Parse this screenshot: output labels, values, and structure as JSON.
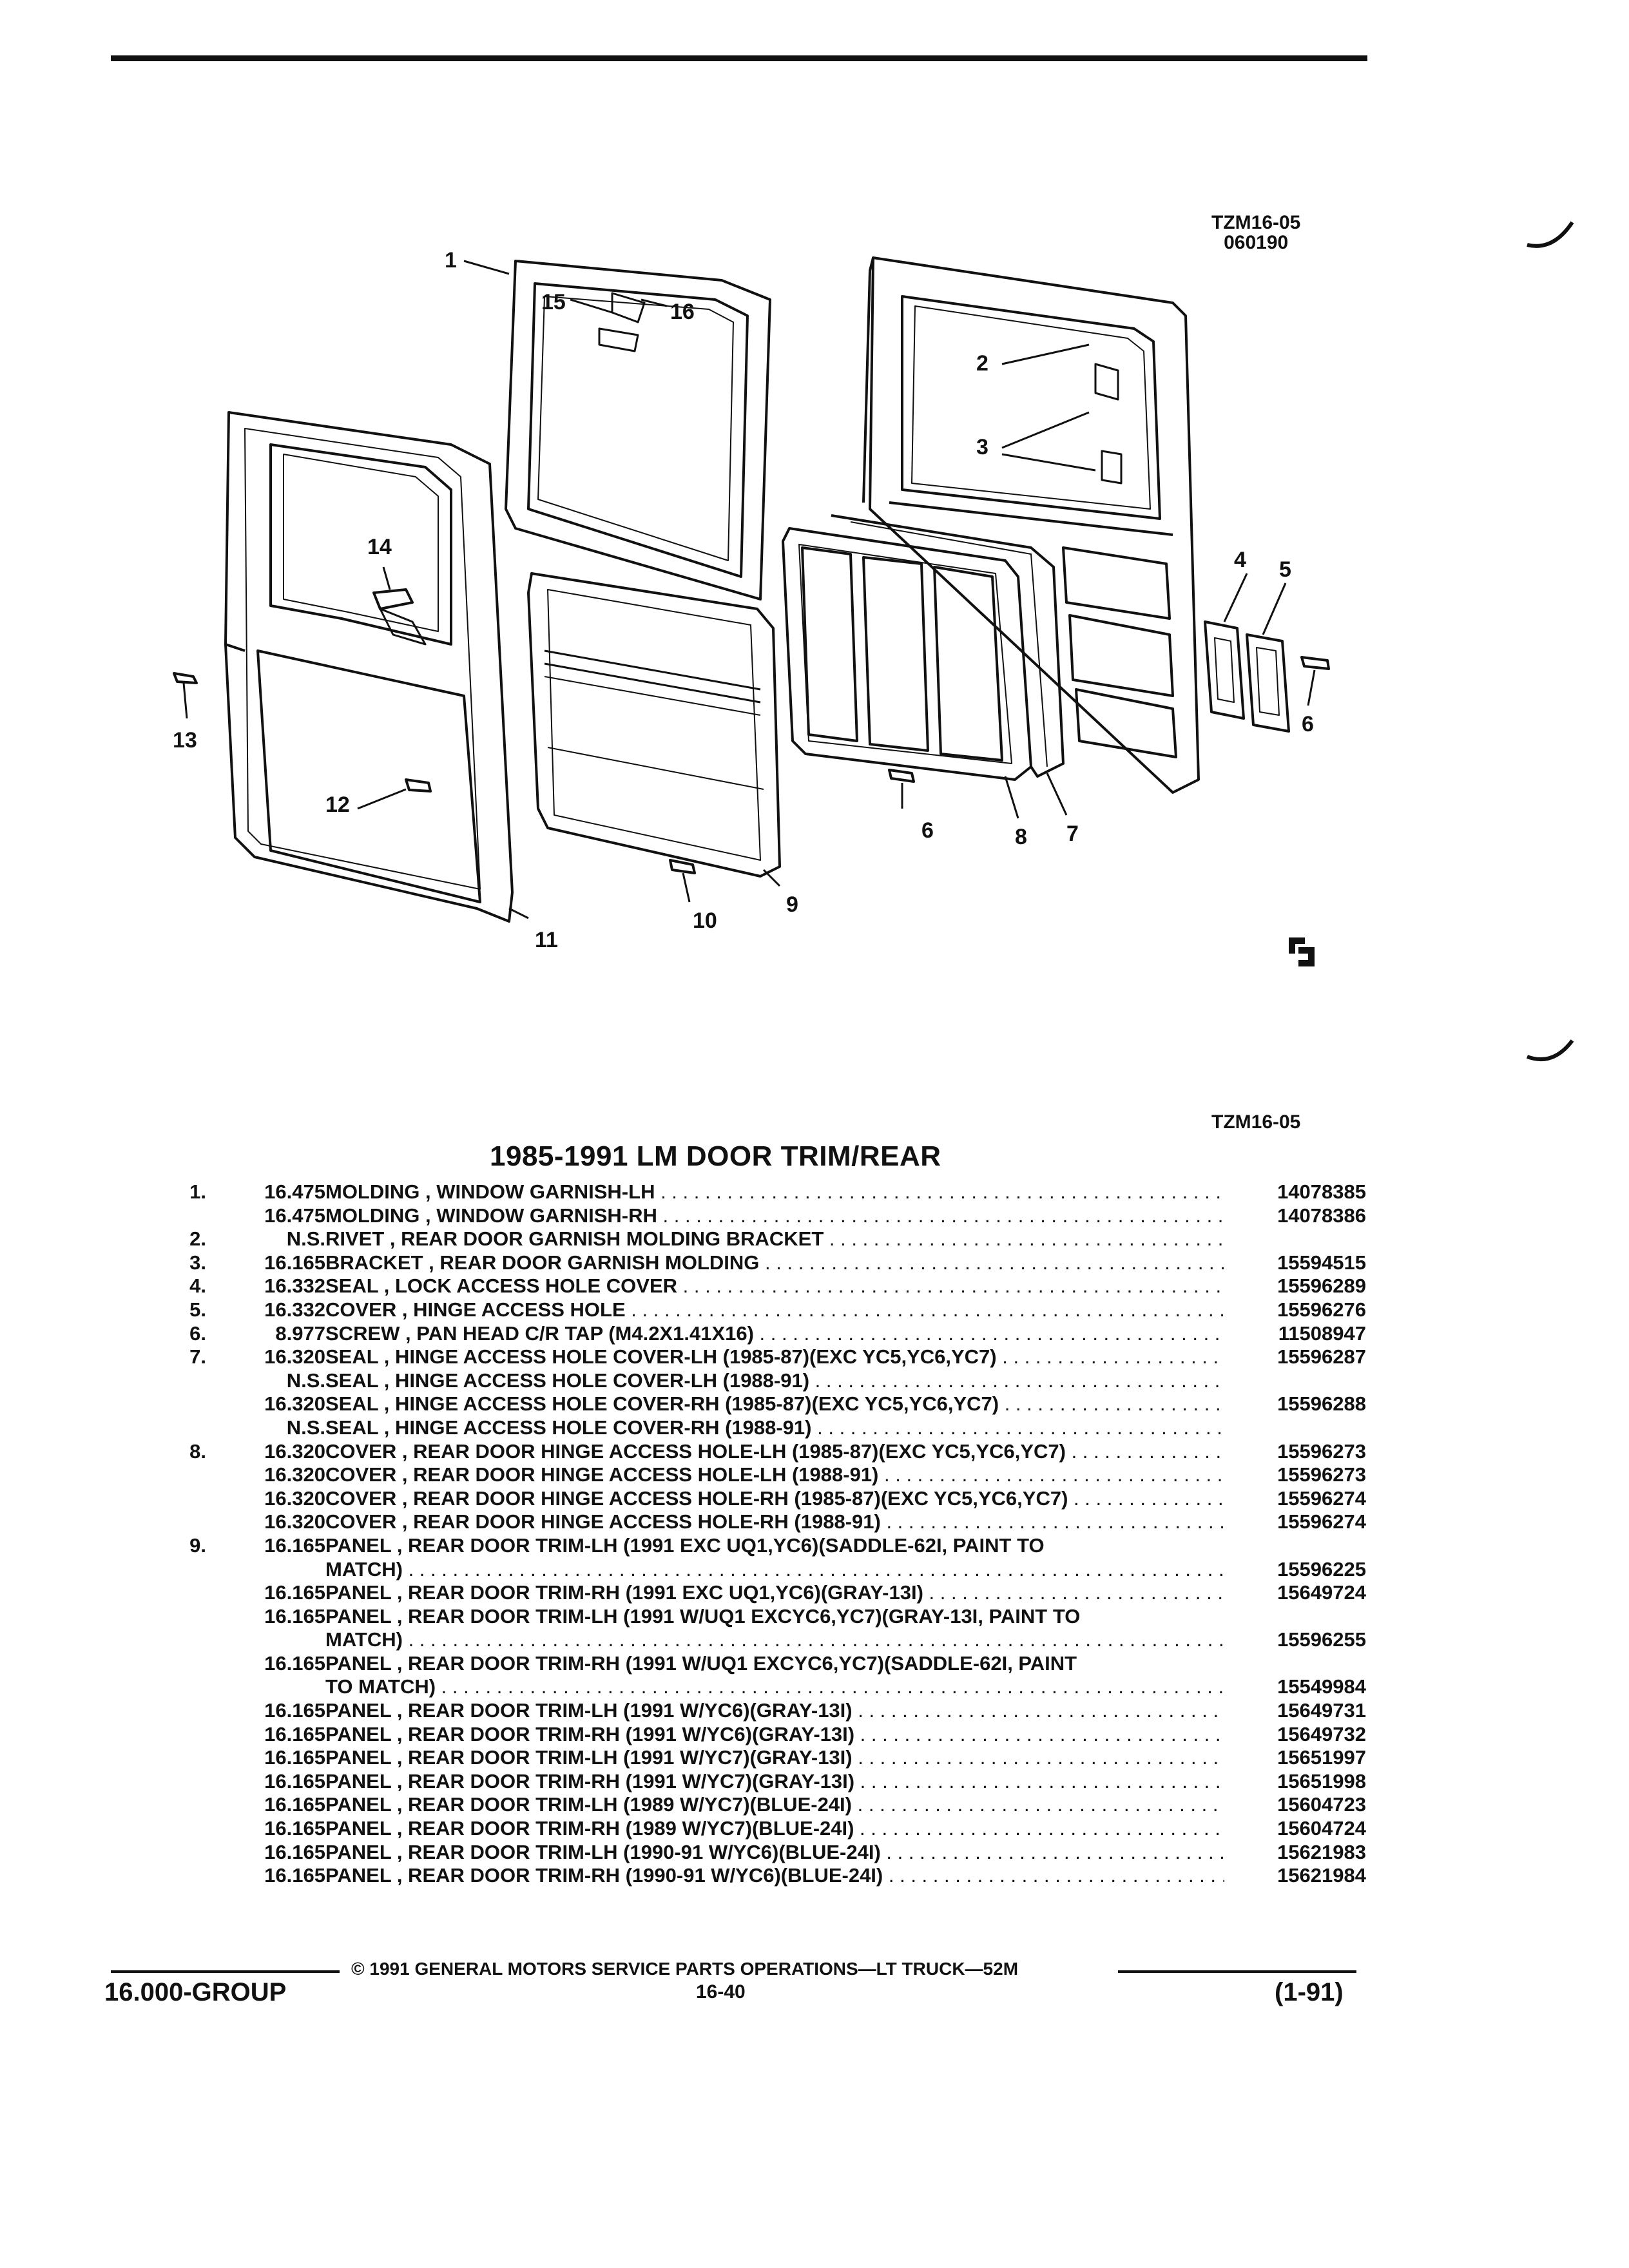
{
  "header": {
    "ref_code": "TZM16-05",
    "ref_date": "060190",
    "bottom_ref": "TZM16-05"
  },
  "callouts": [
    "1",
    "2",
    "3",
    "4",
    "5",
    "6",
    "6",
    "7",
    "8",
    "9",
    "10",
    "11",
    "12",
    "13",
    "14",
    "15",
    "16"
  ],
  "title": "1985-1991 LM DOOR TRIM/REAR",
  "parts": [
    {
      "item": "1.",
      "group": "16.475",
      "name": "MOLDING",
      "desc": ", WINDOW GARNISH-LH",
      "part_no": "14078385"
    },
    {
      "item": "",
      "group": "16.475",
      "name": "MOLDING",
      "desc": ", WINDOW GARNISH-RH",
      "part_no": "14078386"
    },
    {
      "item": "2.",
      "group": "N.S.",
      "name": "RIVET",
      "desc": ", REAR DOOR GARNISH MOLDING BRACKET",
      "part_no": ""
    },
    {
      "item": "3.",
      "group": "16.165",
      "name": "BRACKET",
      "desc": ", REAR DOOR GARNISH MOLDING",
      "part_no": "15594515"
    },
    {
      "item": "4.",
      "group": "16.332",
      "name": "SEAL",
      "desc": ", LOCK ACCESS HOLE COVER",
      "part_no": "15596289"
    },
    {
      "item": "5.",
      "group": "16.332",
      "name": "COVER",
      "desc": ", HINGE ACCESS HOLE",
      "part_no": "15596276"
    },
    {
      "item": "6.",
      "group": "8.977",
      "name": "SCREW",
      "desc": ", PAN HEAD C/R TAP (M4.2X1.41X16)",
      "part_no": "11508947"
    },
    {
      "item": "7.",
      "group": "16.320",
      "name": "SEAL",
      "desc": ", HINGE ACCESS HOLE COVER-LH (1985-87)(EXC YC5,YC6,YC7)",
      "part_no": "15596287"
    },
    {
      "item": "",
      "group": "N.S.",
      "name": "SEAL",
      "desc": ", HINGE ACCESS HOLE COVER-LH (1988-91)",
      "part_no": ""
    },
    {
      "item": "",
      "group": "16.320",
      "name": "SEAL",
      "desc": ", HINGE ACCESS HOLE COVER-RH (1985-87)(EXC YC5,YC6,YC7)",
      "part_no": "15596288"
    },
    {
      "item": "",
      "group": "N.S.",
      "name": "SEAL",
      "desc": ", HINGE ACCESS HOLE COVER-RH (1988-91)",
      "part_no": ""
    },
    {
      "item": "8.",
      "group": "16.320",
      "name": "COVER",
      "desc": ", REAR DOOR HINGE ACCESS HOLE-LH (1985-87)(EXC YC5,YC6,YC7)",
      "part_no": "15596273"
    },
    {
      "item": "",
      "group": "16.320",
      "name": "COVER",
      "desc": ", REAR DOOR HINGE ACCESS HOLE-LH (1988-91)",
      "part_no": "15596273"
    },
    {
      "item": "",
      "group": "16.320",
      "name": "COVER",
      "desc": ", REAR DOOR HINGE ACCESS HOLE-RH (1985-87)(EXC YC5,YC6,YC7)",
      "part_no": "15596274"
    },
    {
      "item": "",
      "group": "16.320",
      "name": "COVER",
      "desc": ", REAR DOOR HINGE ACCESS HOLE-RH (1988-91)",
      "part_no": "15596274"
    },
    {
      "item": "9.",
      "group": "16.165",
      "name": "PANEL",
      "desc": ", REAR DOOR TRIM-LH (1991 EXC UQ1,YC6)(SADDLE-62I, PAINT TO",
      "part_no": "",
      "nodots": true
    },
    {
      "item": "",
      "group": "",
      "name": "",
      "desc": "MATCH)",
      "part_no": "15596225"
    },
    {
      "item": "",
      "group": "16.165",
      "name": "PANEL",
      "desc": ", REAR DOOR TRIM-RH (1991 EXC UQ1,YC6)(GRAY-13I)",
      "part_no": "15649724"
    },
    {
      "item": "",
      "group": "16.165",
      "name": "PANEL",
      "desc": ", REAR DOOR TRIM-LH (1991 W/UQ1 EXCYC6,YC7)(GRAY-13I, PAINT TO",
      "part_no": "",
      "nodots": true
    },
    {
      "item": "",
      "group": "",
      "name": "",
      "desc": "MATCH)",
      "part_no": "15596255"
    },
    {
      "item": "",
      "group": "16.165",
      "name": "PANEL",
      "desc": ", REAR DOOR TRIM-RH (1991 W/UQ1 EXCYC6,YC7)(SADDLE-62I, PAINT",
      "part_no": "",
      "nodots": true
    },
    {
      "item": "",
      "group": "",
      "name": "",
      "desc": "TO MATCH)",
      "part_no": "15549984"
    },
    {
      "item": "",
      "group": "16.165",
      "name": "PANEL",
      "desc": ", REAR DOOR TRIM-LH (1991 W/YC6)(GRAY-13I)",
      "part_no": "15649731"
    },
    {
      "item": "",
      "group": "16.165",
      "name": "PANEL",
      "desc": ", REAR DOOR TRIM-RH (1991 W/YC6)(GRAY-13I)",
      "part_no": "15649732"
    },
    {
      "item": "",
      "group": "16.165",
      "name": "PANEL",
      "desc": ", REAR DOOR TRIM-LH (1991 W/YC7)(GRAY-13I)",
      "part_no": "15651997"
    },
    {
      "item": "",
      "group": "16.165",
      "name": "PANEL",
      "desc": ", REAR DOOR TRIM-RH (1991 W/YC7)(GRAY-13I)",
      "part_no": "15651998"
    },
    {
      "item": "",
      "group": "16.165",
      "name": "PANEL",
      "desc": ", REAR DOOR TRIM-LH (1989 W/YC7)(BLUE-24I)",
      "part_no": "15604723"
    },
    {
      "item": "",
      "group": "16.165",
      "name": "PANEL",
      "desc": ", REAR DOOR TRIM-RH (1989 W/YC7)(BLUE-24I)",
      "part_no": "15604724"
    },
    {
      "item": "",
      "group": "16.165",
      "name": "PANEL",
      "desc": ", REAR DOOR TRIM-LH (1990-91 W/YC6)(BLUE-24I)",
      "part_no": "15621983"
    },
    {
      "item": "",
      "group": "16.165",
      "name": "PANEL",
      "desc": ", REAR DOOR TRIM-RH (1990-91 W/YC6)(BLUE-24I)",
      "part_no": "15621984"
    }
  ],
  "footer": {
    "copyright": "© 1991 GENERAL MOTORS SERVICE PARTS OPERATIONS—LT TRUCK—52M",
    "group": "16.000-GROUP",
    "page": "16-40",
    "date": "(1-91)"
  }
}
